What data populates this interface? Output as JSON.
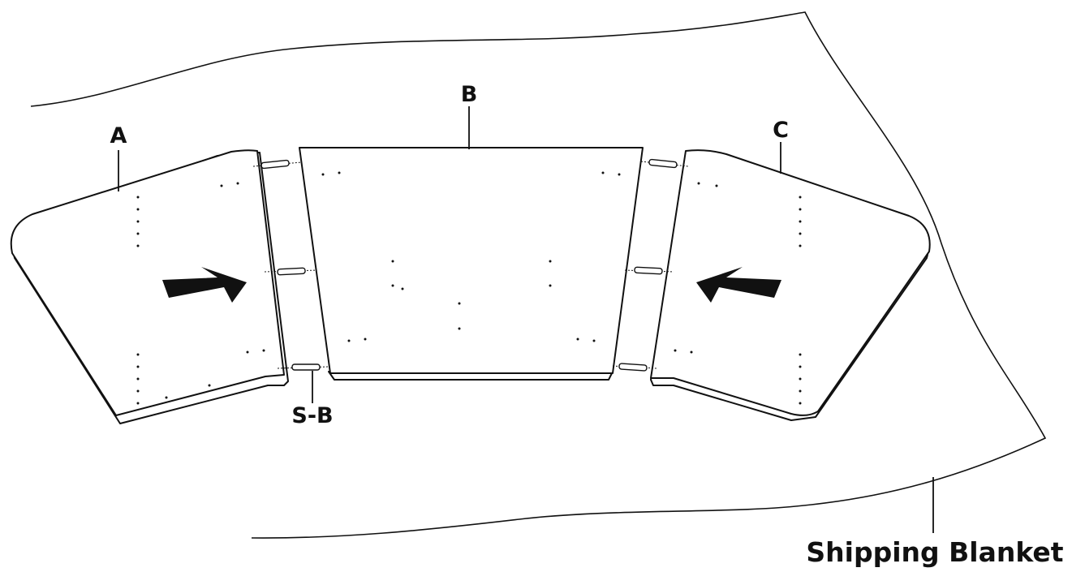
{
  "labels": {
    "part_a": "A",
    "part_b": "B",
    "part_c": "C",
    "connector": "S-B",
    "blanket": "Shipping Blanket"
  },
  "colors": {
    "line": "#111111",
    "background": "#ffffff"
  },
  "illustration": {
    "arrows": [
      "arrow-right-icon",
      "arrow-left-icon"
    ],
    "connectors_per_joint": 3,
    "joints": 2
  }
}
